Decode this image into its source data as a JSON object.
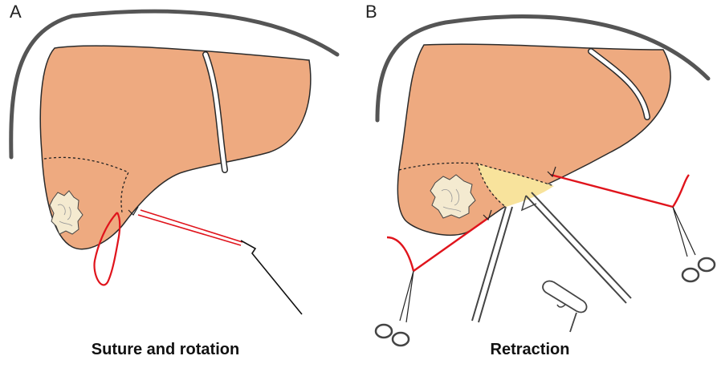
{
  "panels": [
    {
      "letter": "A",
      "caption": "Suture and rotation"
    },
    {
      "letter": "B",
      "caption": "Retraction"
    }
  ],
  "colors": {
    "liver": "#eeaa80",
    "liver_outline": "#2a2a2a",
    "resection_zone": "#f8e39c",
    "tumor": "#f4ead0",
    "suture": "#e0141c",
    "diaphragm": "#555555",
    "instrument": "#444444"
  },
  "icons": [
    "hemostat-icon",
    "forceps-icon",
    "needle-icon",
    "tumor-icon"
  ]
}
